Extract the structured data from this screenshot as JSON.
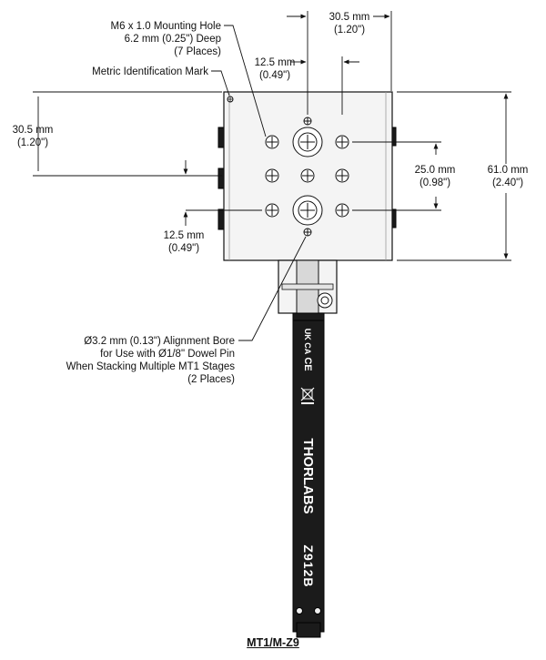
{
  "labels": {
    "mounting_hole": [
      "M6 x 1.0 Mounting Hole",
      "6.2 mm (0.25\") Deep",
      "(7 Places)"
    ],
    "metric_mark": "Metric Identification Mark",
    "dim_top_30_5": [
      "30.5 mm",
      "(1.20\")"
    ],
    "dim_top_12_5": [
      "12.5 mm",
      "(0.49\")"
    ],
    "dim_left_30_5": [
      "30.5 mm",
      "(1.20\")"
    ],
    "dim_left_12_5": [
      "12.5 mm",
      "(0.49\")"
    ],
    "dim_right_25_0": [
      "25.0 mm",
      "(0.98\")"
    ],
    "dim_right_61_0": [
      "61.0 mm",
      "(2.40\")"
    ],
    "alignment_bore": [
      "Ø3.2 mm (0.13\") Alignment Bore",
      "for Use with Ø1/8\" Dowel Pin",
      "When Stacking Multiple MT1 Stages",
      "(2 Places)"
    ]
  },
  "markings": {
    "ukca": "UK CA",
    "ce": "CE",
    "brand": "THORLABS",
    "model": "Z912B"
  },
  "caption": "MT1/M-Z9"
}
